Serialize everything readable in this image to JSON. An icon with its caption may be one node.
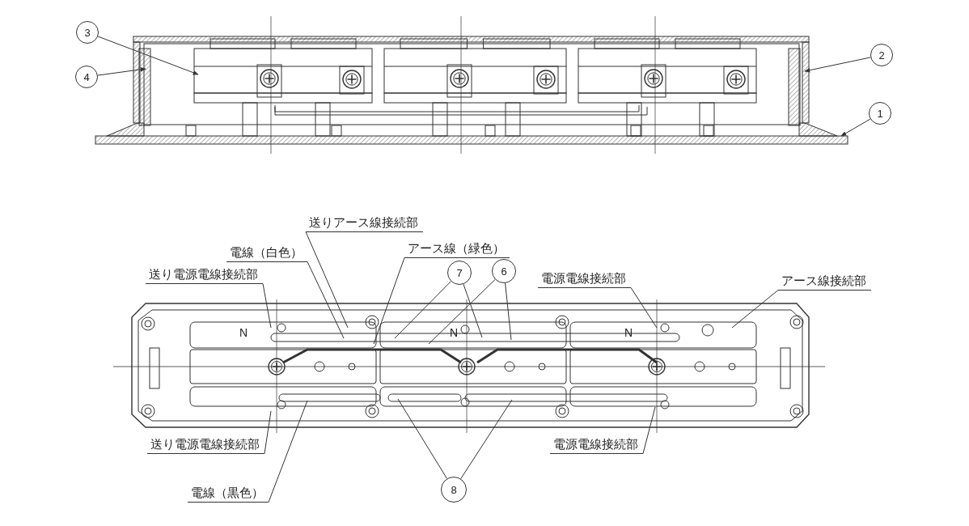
{
  "diagram": {
    "nodes": [
      {
        "text": [
          "3"
        ]
      },
      {
        "text": [
          "4"
        ]
      },
      {
        "text": [
          "2"
        ]
      },
      {
        "text": [
          "1"
        ]
      },
      {
        "text": [
          "送りアース線接続部"
        ]
      },
      {
        "text": [
          "電線（白色）"
        ]
      },
      {
        "text": [
          "アース線（緑色）"
        ]
      },
      {
        "text": [
          "送り電源電線接続部"
        ]
      },
      {
        "text": [
          "7"
        ]
      },
      {
        "text": [
          "6"
        ]
      },
      {
        "text": [
          "電源電線接続部"
        ]
      },
      {
        "text": [
          "アース線接続部"
        ]
      },
      {
        "text": [
          "送り電源電線接続部"
        ]
      },
      {
        "text": [
          "電源電線接続部"
        ]
      },
      {
        "text": [
          "電線（黒色）"
        ]
      },
      {
        "text": [
          "8"
        ]
      }
    ],
    "edges": [
      {
        "from": 0,
        "to": null,
        "arrow": "to"
      },
      {
        "from": 1,
        "to": null,
        "arrow": "to"
      },
      {
        "from": 2,
        "to": null,
        "arrow": "to"
      },
      {
        "from": 3,
        "to": null,
        "arrow": "to"
      },
      {
        "from": 4,
        "to": null,
        "arrow": "none"
      },
      {
        "from": 5,
        "to": null,
        "arrow": "none"
      },
      {
        "from": 6,
        "to": null,
        "arrow": "none"
      },
      {
        "from": 7,
        "to": null,
        "arrow": "none"
      },
      {
        "from": 8,
        "to": null,
        "arrow": "none"
      },
      {
        "from": 8,
        "to": null,
        "arrow": "none"
      },
      {
        "from": 9,
        "to": null,
        "arrow": "none"
      },
      {
        "from": 9,
        "to": null,
        "arrow": "none"
      },
      {
        "from": 10,
        "to": null,
        "arrow": "none"
      },
      {
        "from": 11,
        "to": null,
        "arrow": "none"
      },
      {
        "from": 12,
        "to": null,
        "arrow": "none"
      },
      {
        "from": 14,
        "to": null,
        "arrow": "none"
      },
      {
        "from": 13,
        "to": null,
        "arrow": "none"
      },
      {
        "from": 15,
        "to": null,
        "arrow": "none"
      },
      {
        "from": 15,
        "to": null,
        "arrow": "none"
      }
    ],
    "labels": [
      "N",
      "N",
      "N"
    ]
  }
}
